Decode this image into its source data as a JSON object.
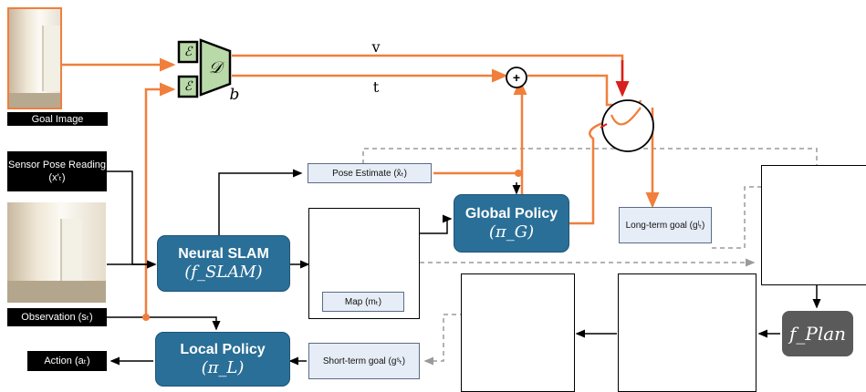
{
  "labels": {
    "goal_image": "Goal Image",
    "sensor_pose": "Sensor Pose Reading (x′ₜ)",
    "observation": "Observation (sₜ)",
    "action": "Action (aₜ)",
    "encoder": "ℰ",
    "decoder": "𝒟",
    "b": "b",
    "v": "v",
    "t": "t",
    "plus": "+",
    "pose_estimate": "Pose Estimate (x̂ₜ)",
    "neural_slam_title": "Neural SLAM",
    "neural_slam_sym": "(f_SLAM)",
    "map": "Map (mₜ)",
    "global_policy_title": "Global Policy",
    "global_policy_sym": "(π_G)",
    "long_term_goal": "Long-term goal (gˡₜ)",
    "local_policy_title": "Local Policy",
    "local_policy_sym": "(π_L)",
    "short_term_goal": "Short-term goal (gˢₜ)",
    "f_plan": "f_Plan"
  },
  "colors": {
    "orange": "#f07f3c",
    "blue_box": "#2a6f97",
    "red": "#d8201d",
    "gray_dash": "#9a9a9a",
    "light_box": "#e7edf6",
    "encoder_green": "#b9d9a9",
    "map_blue": "#3a66c4"
  }
}
